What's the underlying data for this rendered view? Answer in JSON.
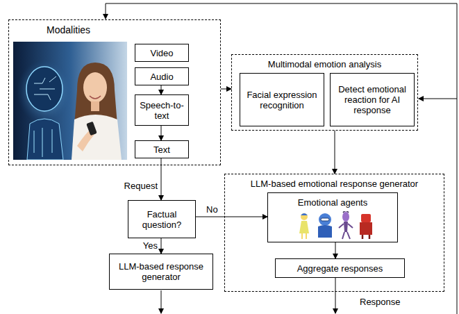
{
  "diagram": {
    "nodes": [
      {
        "text": [
          "Modalities"
        ]
      },
      {
        "text": [
          "Video"
        ],
        "in": 0
      },
      {
        "text": [
          "Audio"
        ],
        "in": 0
      },
      {
        "text": [
          "Speech-to-text"
        ],
        "in": 0
      },
      {
        "text": [
          "Text"
        ],
        "in": 0
      },
      {
        "text": [
          "Multimodal emotion analysis"
        ]
      },
      {
        "text": [
          "Facial expression recognition"
        ],
        "in": 5
      },
      {
        "text": [
          "Detect emotional reaction for AI response"
        ],
        "in": 5
      },
      {
        "text": [
          "Factual question?"
        ]
      },
      {
        "text": [
          "LLM-based emotional response generator"
        ]
      },
      {
        "text": [
          "Emotional agents"
        ],
        "in": 9
      },
      {
        "text": [
          "Aggregate responses"
        ],
        "in": 9
      },
      {
        "text": [
          "LLM-based response generator"
        ]
      }
    ],
    "edges": [
      {
        "from": 2,
        "to": 3,
        "arrow": "to"
      },
      {
        "from": 3,
        "to": 4,
        "arrow": "to"
      },
      {
        "from": 0,
        "to": 5,
        "arrow": "to"
      },
      {
        "from": 4,
        "to": 8,
        "label": "Request",
        "arrow": "to"
      },
      {
        "from": 8,
        "to": 10,
        "label": "No",
        "arrow": "to"
      },
      {
        "from": 5,
        "to": 9,
        "arrow": "to"
      },
      {
        "from": 8,
        "to": 12,
        "label": "Yes",
        "arrow": "to"
      },
      {
        "from": 10,
        "to": 11,
        "arrow": "to"
      }
    ],
    "labels": [
      "Response"
    ]
  }
}
